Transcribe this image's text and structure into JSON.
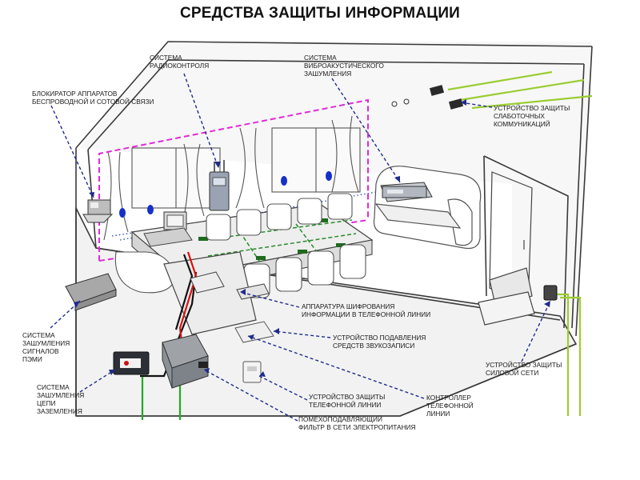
{
  "title": "СРЕДСТВА ЗАЩИТЫ ИНФОРМАЦИИ",
  "labels": {
    "radio": "СИСТЕМА\nРАДИОКОНТРОЛЯ",
    "vibro": "СИСТЕМА\nВИБРОАКУСТИЧЕСКОГО\nЗАШУМЛЕНИЯ",
    "blocker": "БЛОКИРАТОР АППАРАТОВ\nБЕСПРОВОДНОЙ И СОТОВОЙ СВЯЗИ",
    "lowcurrent": "УСТРОЙСТВО ЗАЩИТЫ\nСЛАБОТОЧНЫХ\nКОММУНИКАЦИЙ",
    "pemi": "СИСТЕМА\nЗАШУМЛЕНИЯ\nСИГНАЛОВ\nПЭМИ",
    "grounding": "СИСТЕМА\nЗАШУМЛЕНИЯ\nЦЕПИ\nЗАЗЕМЛЕНИЯ",
    "cipher": "АППАРАТУРА ШИФРОВАНИЯ\nИНФОРМАЦИИ В ТЕЛЕФОННОЙ ЛИНИИ",
    "recording": "УСТРОЙСТВО ПОДАВЛЕНИЯ\nСРЕДСТВ ЗВУКОЗАПИСИ",
    "power": "УСТРОЙСТВО ЗАЩИТЫ\nСИЛОВОЙ СЕТИ",
    "phoneline": "УСТРОЙСТВО ЗАЩИТЫ\nТЕЛЕФОННОЙ ЛИНИИ",
    "controller": "КОНТРОЛЛЕР\nТЕЛЕФОННОЙ\nЛИНИИ",
    "filter": "ПОМЕХОПОДАВЛЯЮЩИЙ\nФИЛЬТР В СЕТИ ЭЛЕКТРОПИТАНИЯ"
  },
  "colors": {
    "pointer": "#1f2b8c",
    "wall": "#3a3a3a",
    "magenta": "#e22ad8",
    "green": "#9acd32",
    "grounding": "#22aa22",
    "red": "#dd1111",
    "blue_dots": "#2244cc",
    "sensor": "#1630c8"
  },
  "icons": [
    "radio-monitor-icon",
    "vibro-generator-icon",
    "blocker-icon",
    "pemi-noise-generator-icon",
    "grounding-noise-generator-icon",
    "recording-suppressor-icon",
    "phone-protector-icon",
    "power-filter-icon",
    "lowcurrent-protector-icon",
    "power-protector-icon",
    "monitor-icon",
    "cipher-device-icon",
    "controller-device-icon"
  ]
}
